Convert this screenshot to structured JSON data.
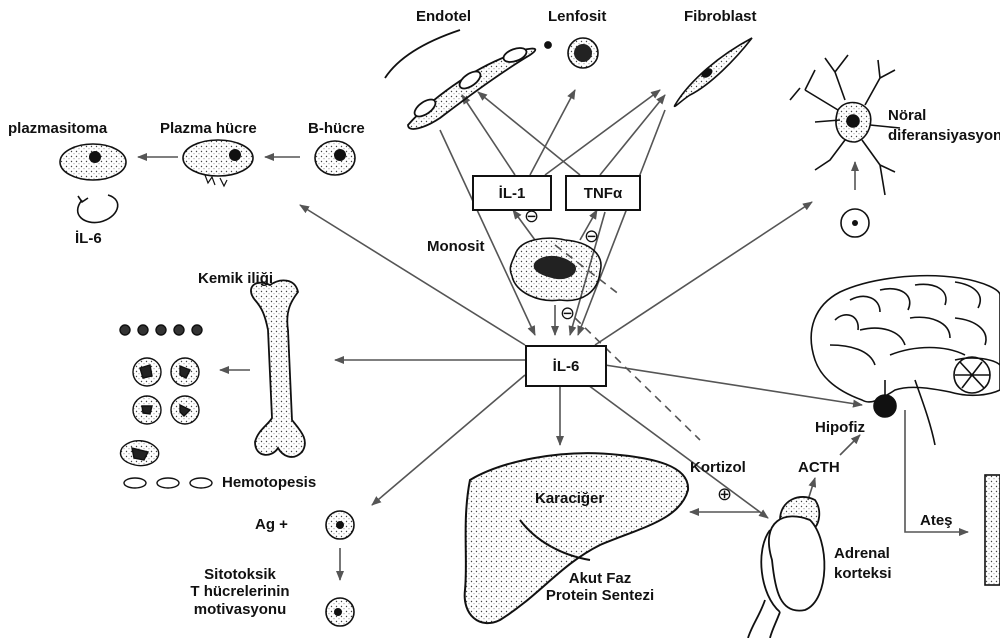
{
  "labels": {
    "endotel": "Endotel",
    "lenfosit": "Lenfosit",
    "fibroblast": "Fibroblast",
    "plazmasitoma": "plazmasitoma",
    "plazma_hucre": "Plazma hücre",
    "b_hucre": "B-hücre",
    "noral_line1": "Nöral",
    "noral_line2": "diferansiyasyon",
    "il6_small": "İL-6",
    "monosit": "Monosit",
    "kemik_iligi": "Kemik iliği",
    "hemotopesis": "Hemotopesis",
    "ag": "Ag +",
    "sitotoksik_line1": "Sitotoksik",
    "sitotoksik_line2": "T hücrelerinin",
    "sitotoksik_line3": "motivasyonu",
    "karaciger": "Karaciğer",
    "akut_line1": "Akut Faz",
    "akut_line2": "Protein Sentezi",
    "kortizol": "Kortizol",
    "acth": "ACTH",
    "hipofiz": "Hipofiz",
    "ates": "Ateş",
    "adrenal_line1": "Adrenal",
    "adrenal_line2": "korteksi"
  },
  "boxes": {
    "il1": "İL-1",
    "tnf": "TNFα",
    "il6": "İL-6"
  },
  "signs": {
    "minus": "⊖",
    "plus": "⊕"
  }
}
